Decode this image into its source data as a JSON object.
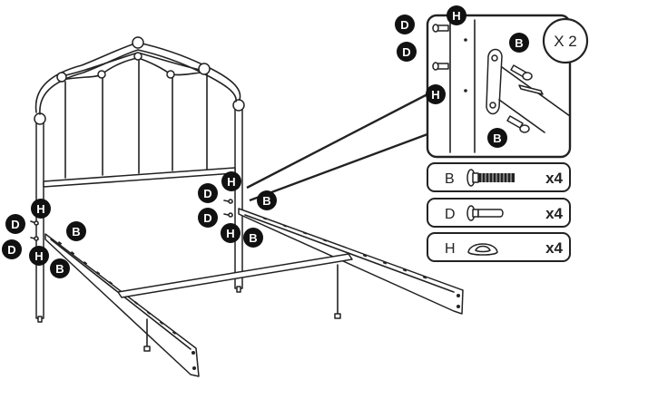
{
  "callout": {
    "multiplier": "X 2"
  },
  "labels": {
    "B": "B",
    "D": "D",
    "H": "H"
  },
  "parts": [
    {
      "letter": "B",
      "quantity": "x4",
      "icon": "bolt-icon"
    },
    {
      "letter": "D",
      "quantity": "x4",
      "icon": "dowel-pin-icon"
    },
    {
      "letter": "H",
      "quantity": "x4",
      "icon": "hook-clip-icon"
    }
  ],
  "colors": {
    "ink": "#222222",
    "badge": "#111111",
    "paper": "#ffffff"
  }
}
